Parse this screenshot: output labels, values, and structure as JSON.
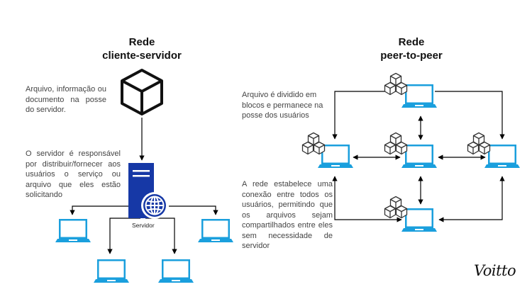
{
  "left": {
    "title_line1": "Rede",
    "title_line2": "cliente-servidor",
    "text_file": "Arquivo, informação ou documento na posse do servidor.",
    "text_server": "O servidor é responsável por distribuir/fornecer aos usuários o serviço ou arquivo que eles estão solicitando",
    "server_label": "Servidor"
  },
  "right": {
    "title_line1": "Rede",
    "title_line2": "peer-to-peer",
    "text_blocks": "Arquivo é dividido em blocos e permanece na posse dos usuários",
    "text_network": "A rede estabelece uma conexão entre todos os usuários, permitindo que os arquivos sejam compartilhados entre eles sem necessidade de servidor"
  },
  "brand": "Voitto",
  "colors": {
    "monitor": "#1a9fdd",
    "server": "#1638a6",
    "line": "#000000"
  },
  "icons": [
    "cube-icon",
    "cubes-icon",
    "monitor-icon",
    "server-icon",
    "globe-icon"
  ]
}
